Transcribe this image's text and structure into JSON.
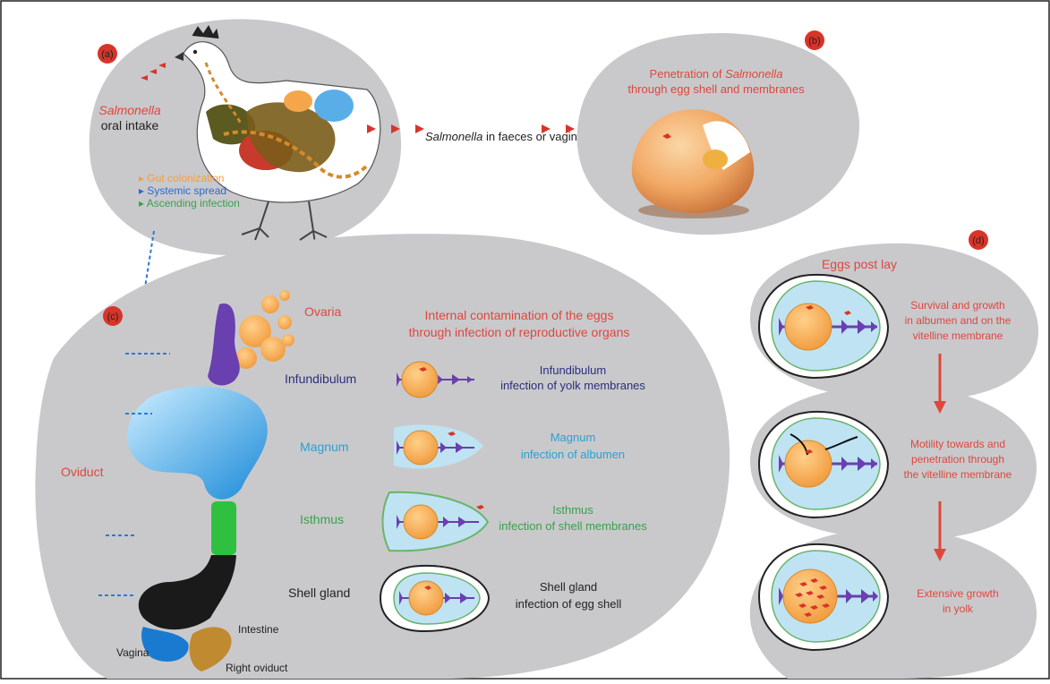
{
  "colors": {
    "panel_bg": "#c9c9cc",
    "red_text": "#e0463c",
    "navy_text": "#2a2f7a",
    "cyan_text": "#2aa0d0",
    "green_text": "#3aa04a",
    "orange_text": "#f0a040",
    "blue_text": "#2a6ad0",
    "yolk": "#f5a64a",
    "albumen": "#bfe3f3",
    "marker_red": "#d8342a",
    "dash_blue": "#2a7ad8"
  },
  "panel_a": {
    "badge": "(a)",
    "salmonella": "Salmonella",
    "oral_intake": "oral intake",
    "legend": {
      "gut": "Gut colonization",
      "systemic": "Systemic spread",
      "ascending": "Ascending infection"
    },
    "faeces_label_italic": "Salmonella",
    "faeces_label_rest": " in faeces or vagina"
  },
  "panel_b": {
    "badge": "(b)",
    "line1": "Penetration of ",
    "line1_italic": "Salmonella",
    "line2": "through egg shell and membranes"
  },
  "panel_c": {
    "badge": "(c)",
    "title_line1": "Internal contamination of the eggs",
    "title_line2": "through infection of reproductive organs",
    "ovaria": "Ovaria",
    "oviduct": "Oviduct",
    "vagina": "Vagina",
    "intestine": "Intestine",
    "right_oviduct": "Right oviduct",
    "rows": [
      {
        "organ": "Infundibulum",
        "desc1": "Infundibulum",
        "desc2": "infection of yolk membranes"
      },
      {
        "organ": "Magnum",
        "desc1": "Magnum",
        "desc2": "infection of albumen"
      },
      {
        "organ": "Isthmus",
        "desc1": "Isthmus",
        "desc2": "infection of shell membranes"
      },
      {
        "organ": "Shell gland",
        "desc1": "Shell gland",
        "desc2": "infection of egg shell"
      }
    ]
  },
  "panel_d": {
    "badge": "(d)",
    "title": "Eggs post lay",
    "stage1": [
      "Survival and growth",
      "in albumen and on the",
      "vitelline membrane"
    ],
    "stage2": [
      "Motility towards and",
      "penetration through",
      "the vitelline membrane"
    ],
    "stage3": [
      "Extensive growth",
      "in yolk"
    ]
  }
}
